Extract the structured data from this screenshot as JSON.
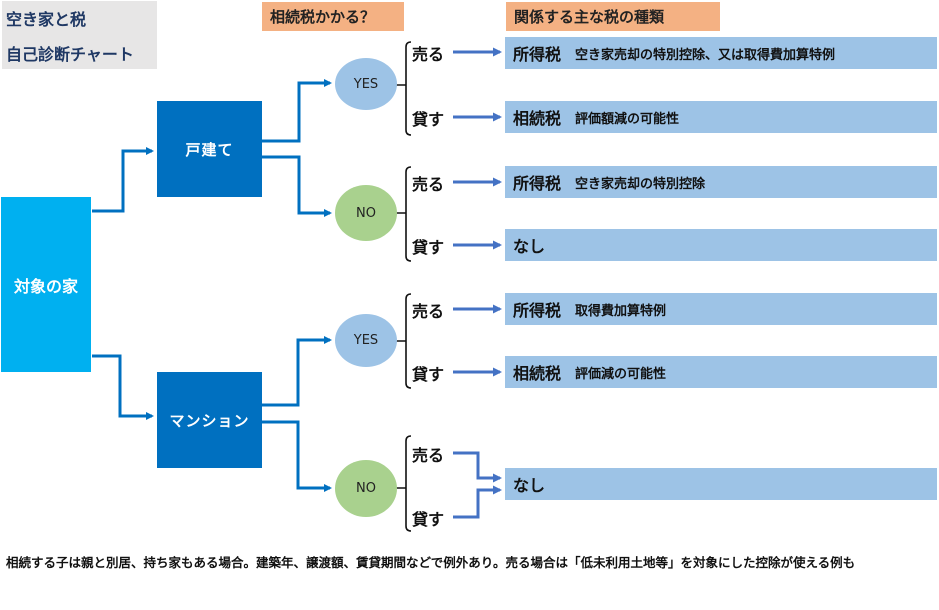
{
  "title": {
    "line1": "空き家と税",
    "line2": "自己診断チャート"
  },
  "headers": {
    "question": "相続税かかる？",
    "tax_types": "関係する主な税の種類"
  },
  "root": {
    "label": "対象の家"
  },
  "types": [
    {
      "label": "戸建て",
      "branches": [
        {
          "answer": "YES",
          "actions": [
            {
              "label": "売る",
              "tax": "所得税",
              "desc": "空き家売却の特別控除、又は取得費加算特例"
            },
            {
              "label": "貸す",
              "tax": "相続税",
              "desc": "評価額減の可能性"
            }
          ]
        },
        {
          "answer": "NO",
          "actions": [
            {
              "label": "売る",
              "tax": "所得税",
              "desc": "空き家売却の特別控除"
            },
            {
              "label": "貸す",
              "tax": "なし",
              "desc": ""
            }
          ]
        }
      ]
    },
    {
      "label": "マンション",
      "branches": [
        {
          "answer": "YES",
          "actions": [
            {
              "label": "売る",
              "tax": "所得税",
              "desc": "取得費加算特例"
            },
            {
              "label": "貸す",
              "tax": "相続税",
              "desc": "評価減の可能性"
            }
          ]
        },
        {
          "answer": "NO",
          "actions": [
            {
              "label": "売る"
            },
            {
              "label": "貸す"
            }
          ],
          "merged_result": {
            "tax": "なし"
          }
        }
      ]
    }
  ],
  "footnote": "相続する子は親と別居、持ち家もある場合。建築年、譲渡額、賃貸期間などで例外あり。売る場合は「低未利用土地等」を対象にした控除が使える例も",
  "colors": {
    "root": "#00b0f0",
    "type_node": "#0070c0",
    "yes": "#9dc3e6",
    "no": "#a9d18e",
    "result": "#9dc3e6",
    "header": "#f4b183",
    "connector": "#0070c0",
    "arrow": "#4472c4"
  }
}
